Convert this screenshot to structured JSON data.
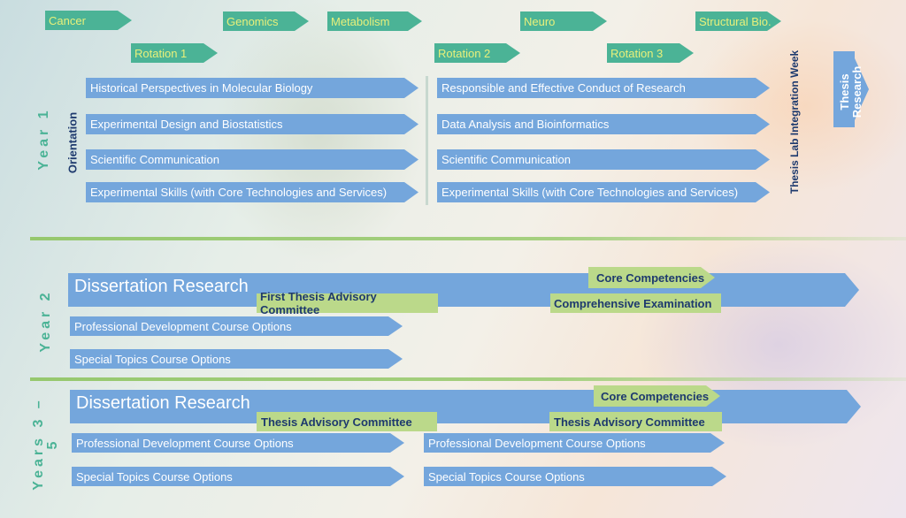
{
  "research_areas": [
    "Cancer",
    "Genomics",
    "Metabolism",
    "Neuro",
    "Structural Bio."
  ],
  "rotations": [
    "Rotation 1",
    "Rotation 2",
    "Rotation 3"
  ],
  "year_labels": [
    "Year 1",
    "Year 2",
    "Years 3 – 5"
  ],
  "orientation_label": "Orientation",
  "thesis_lab_week": "Thesis Lab Integration Week",
  "thesis_research": "Thesis Research",
  "year1": {
    "left_courses": [
      "Historical Perspectives in Molecular Biology",
      "Experimental Design and Biostatistics",
      "Scientific Communication",
      "Experimental Skills (with Core Technologies and Services)"
    ],
    "right_courses": [
      "Responsible and Effective Conduct of Research",
      "Data Analysis and Bioinformatics",
      "Scientific Communication",
      "Experimental Skills (with Core Technologies and Services)"
    ]
  },
  "year2": {
    "main": "Dissertation Research",
    "core": "Core Competencies",
    "committee": "First Thesis Advisory Committee",
    "exam": "Comprehensive Examination",
    "courses": [
      "Professional Development Course Options",
      "Special Topics Course Options"
    ]
  },
  "years35": {
    "main": "Dissertation Research",
    "core": "Core Competencies",
    "committee_left": "Thesis Advisory Committee",
    "committee_right": "Thesis Advisory Committee",
    "courses_left": [
      "Professional Development Course Options",
      "Special Topics Course Options"
    ],
    "courses_right": [
      "Professional Development Course Options",
      "Special Topics Course Options"
    ]
  },
  "colors": {
    "blue": "#74a6dc",
    "teal": "#4bb396",
    "green": "#bbd98a",
    "navy": "#1e3a6e"
  }
}
